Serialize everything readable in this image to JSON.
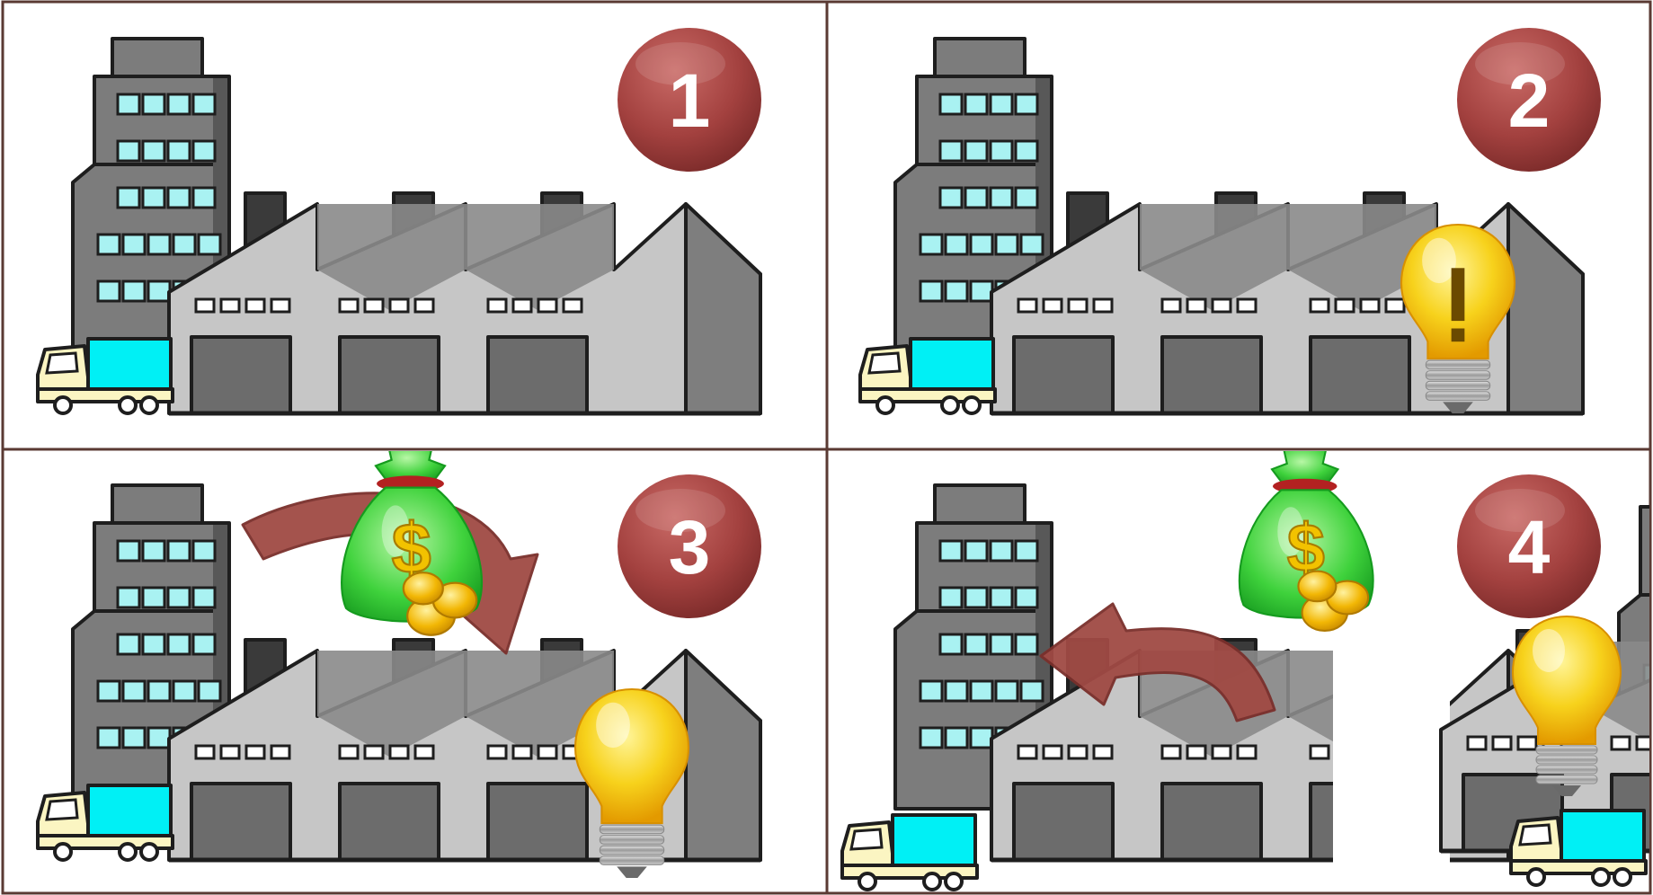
{
  "colors": {
    "frame": "#5a3a33",
    "badge": "#a3413f",
    "badge_light": "#c0605b",
    "arrow": "#a04a44",
    "building": "#7c7c7c",
    "building_dark": "#585858",
    "window": "#a9f2f2",
    "factory": "#c6c6c6",
    "factory_dark": "#8a8a8a",
    "door": "#6c6c6c",
    "truck_body": "#00f0f5",
    "truck_cab": "#fbf5c2",
    "bulb": "#f7c400",
    "money_bag": "#35c93a",
    "coin": "#f2b705"
  },
  "panels": [
    {
      "number": "1",
      "bulb": "none",
      "money": "none"
    },
    {
      "number": "2",
      "bulb": "exclamation",
      "money": "none"
    },
    {
      "number": "3",
      "bulb": "lit",
      "money": "arrow-to-factory"
    },
    {
      "number": "4",
      "bulb": "lit",
      "money": "arrow-back"
    }
  ],
  "icons": [
    "office-building-icon",
    "factory-icon",
    "truck-icon",
    "light-bulb-icon",
    "money-bag-icon",
    "coins-icon",
    "curved-arrow-icon"
  ]
}
